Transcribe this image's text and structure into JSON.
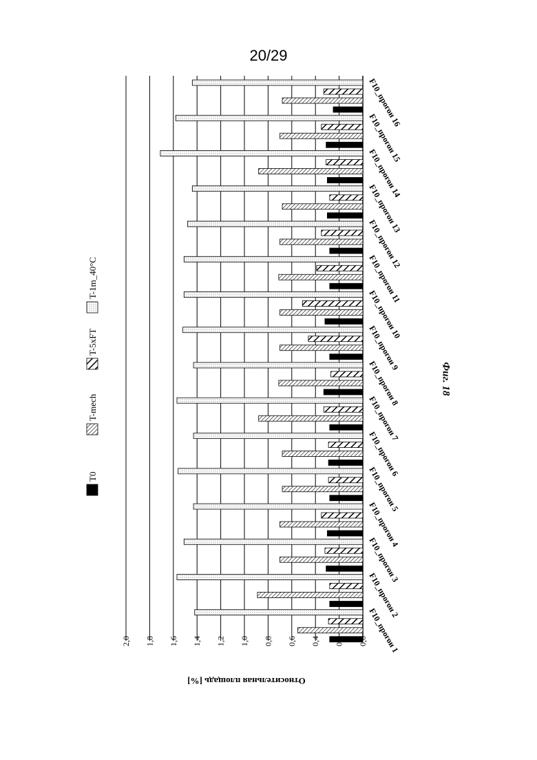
{
  "page": {
    "number": "20/29",
    "figure_caption": "Фиг. 18"
  },
  "chart_data": {
    "type": "bar",
    "orientation": "horizontal",
    "ylabel": "Относительная площадь [%]",
    "ylim": [
      0,
      2.0
    ],
    "ticks": [
      "0,0",
      "0,2",
      "0,4",
      "0,6",
      "0,8",
      "1,0",
      "1,2",
      "1,4",
      "1,6",
      "1,8",
      "2,0"
    ],
    "grid": true,
    "legend_position": "right",
    "categories": [
      "F10_прогон 1",
      "F10_прогон 2",
      "F10_прогон 3",
      "F10_прогон 4",
      "F10_прогон 5",
      "F10_прогон 6",
      "F10_прогон 7",
      "F10_прогон 8",
      "F10_прогон 9",
      "F10_прогон 10",
      "F10_прогон 11",
      "F10_прогон 12",
      "F10_прогон 13",
      "F10_прогон 14",
      "F10_прогон 15",
      "F10_прогон 16"
    ],
    "series": [
      {
        "name": "T0",
        "pattern": "solid-black",
        "values": [
          0.28,
          0.28,
          0.31,
          0.3,
          0.28,
          0.29,
          0.28,
          0.33,
          0.28,
          0.32,
          0.28,
          0.28,
          0.3,
          0.3,
          0.31,
          0.25
        ]
      },
      {
        "name": "T-mech",
        "pattern": "fine-hatch",
        "values": [
          0.55,
          0.89,
          0.7,
          0.7,
          0.68,
          0.68,
          0.88,
          0.71,
          0.7,
          0.7,
          0.71,
          0.7,
          0.68,
          0.88,
          0.7,
          0.68
        ]
      },
      {
        "name": "T-5xFT",
        "pattern": "wide-hatch",
        "values": [
          0.29,
          0.28,
          0.32,
          0.35,
          0.29,
          0.29,
          0.33,
          0.27,
          0.46,
          0.51,
          0.39,
          0.35,
          0.28,
          0.31,
          0.35,
          0.33
        ]
      },
      {
        "name": "T-1m_40°C",
        "pattern": "dotted",
        "values": [
          1.42,
          1.57,
          1.51,
          1.43,
          1.56,
          1.43,
          1.57,
          1.43,
          1.52,
          1.51,
          1.51,
          1.48,
          1.44,
          1.71,
          1.58,
          1.44
        ]
      }
    ]
  }
}
